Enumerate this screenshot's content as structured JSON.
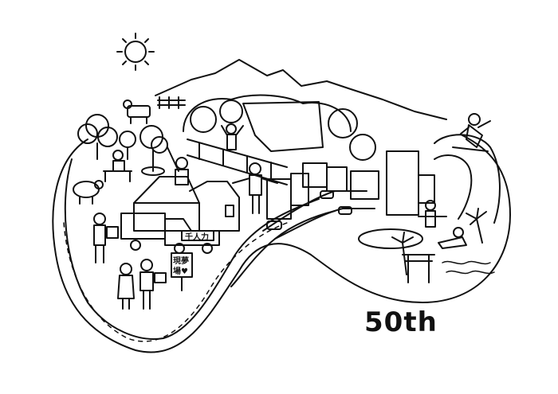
{
  "illustration": {
    "anniversary_label": "50th",
    "truck_sign": "千人力",
    "board_sign_line1": "現夢",
    "board_sign_line2": "場♥"
  },
  "colors": {
    "ink": "#111111",
    "background": "#ffffff"
  }
}
